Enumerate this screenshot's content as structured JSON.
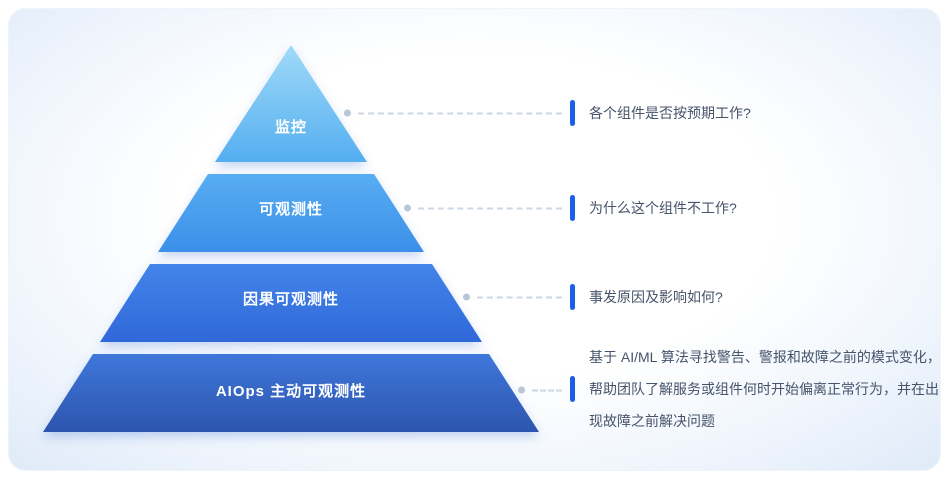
{
  "card": {
    "levels": [
      {
        "label": "监控",
        "question": "各个组件是否按预期工作?"
      },
      {
        "label": "可观测性",
        "question": "为什么这个组件不工作?"
      },
      {
        "label": "因果可观测性",
        "question": "事发原因及影响如何?"
      },
      {
        "label": "AIOps 主动可观测性",
        "question": "基于 AI/ML 算法寻找警告、警报和故障之前的模式变化，帮助团队了解服务或组件何时开始偏离正常行为，并在出现故障之前解决问题"
      }
    ],
    "colors": {
      "level1_top": "#a0daf8",
      "level1_bottom": "#54aef0",
      "level2_top": "#59adf2",
      "level2_bottom": "#3b8fe9",
      "level3_top": "#4484e9",
      "level3_bottom": "#2f68d9",
      "level4_top": "#3f77da",
      "level4_bottom": "#2c55ae",
      "accent_bar": "#1b5fe8",
      "connector": "#ccd7e3"
    }
  }
}
